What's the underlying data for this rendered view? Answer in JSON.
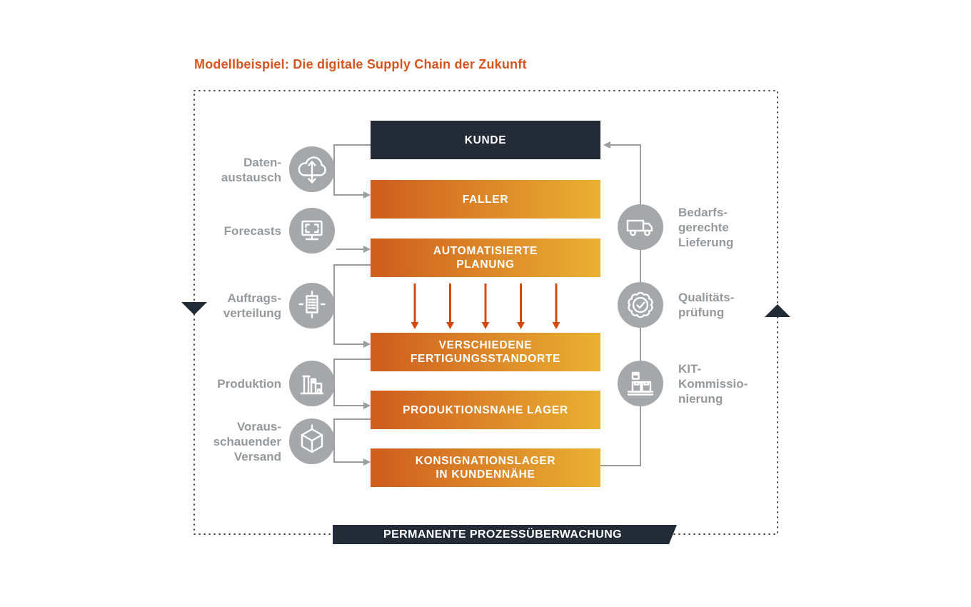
{
  "title": "Modellbeispiel: Die digitale Supply Chain der Zukunft",
  "chain_boxes": [
    {
      "label": "KUNDE",
      "variant": "dark"
    },
    {
      "label": "FALLER",
      "variant": "orange"
    },
    {
      "label": "AUTOMATISIERTE\nPLANUNG",
      "variant": "orange"
    },
    {
      "label": "VERSCHIEDENE\nFERTIGUNGSSTANDORTE",
      "variant": "orange"
    },
    {
      "label": "PRODUKTIONSNAHE LAGER",
      "variant": "orange"
    },
    {
      "label": "KONSIGNATIONSLAGER\nIN KUNDENNÄHE",
      "variant": "orange"
    }
  ],
  "left_items": [
    {
      "label": "Daten-\naustausch",
      "icon": "cloud-sync-icon"
    },
    {
      "label": "Forecasts",
      "icon": "forecast-monitor-icon"
    },
    {
      "label": "Auftrags-\nverteilung",
      "icon": "order-distribution-icon"
    },
    {
      "label": "Produktion",
      "icon": "factory-icon"
    },
    {
      "label": "Voraus-\nschauender\nVersand",
      "icon": "shipping-cube-icon"
    }
  ],
  "right_items": [
    {
      "label": "Bedarfs-\ngerechte\nLieferung",
      "icon": "delivery-truck-icon"
    },
    {
      "label": "Qualitäts-\nprüfung",
      "icon": "quality-badge-icon"
    },
    {
      "label": "KIT-\nKommissio-\nnierung",
      "icon": "kit-boxes-icon"
    }
  ],
  "banner": {
    "label": "PERMANENTE PROZESSÜBERWACHUNG"
  },
  "diagram": {
    "planning_arrows_count": 5,
    "frame_arrow_left_direction": "down",
    "frame_arrow_right_direction": "up"
  },
  "colors": {
    "title_orange": "#d4551e",
    "gradient_orange_dark": "#ce5c1e",
    "gradient_orange_light": "#e9b133",
    "dark_navy": "#222b36",
    "icon_gray": "#a6a7ab",
    "label_gray": "#97989d",
    "connector_gray": "#9b9c9f",
    "arrow_orange": "#d04a12"
  }
}
